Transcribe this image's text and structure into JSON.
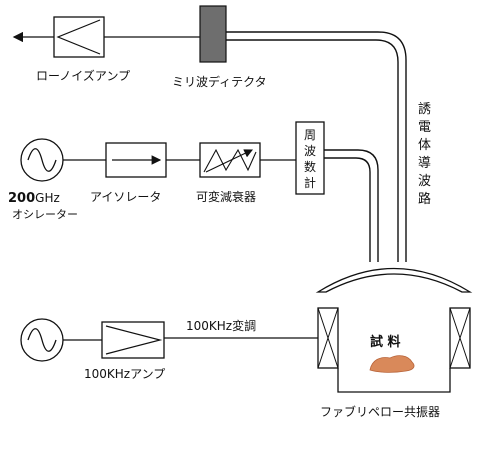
{
  "colors": {
    "line": "#111111",
    "detector_fill": "#6e6e6e",
    "sample_fill": "#d9895a",
    "waveguide_gray": "#9a9a9a"
  },
  "labels": {
    "lna": "ローノイズアンプ",
    "detector": "ミリ波ディテクタ",
    "waveguide": [
      "誘",
      "電",
      "体",
      "導",
      "波",
      "路"
    ],
    "freq_meter": [
      "周",
      "波",
      "数",
      "計"
    ],
    "osc_freq_num": "200",
    "osc_freq_unit": "GHz",
    "oscillator": "オシレーター",
    "isolator": "アイソレータ",
    "attenuator": "可変減衰器",
    "modulation": "100KHz変調",
    "amp_100k": "100KHzアンプ",
    "sample": "試 料",
    "resonator": "ファブリペロー共振器"
  }
}
